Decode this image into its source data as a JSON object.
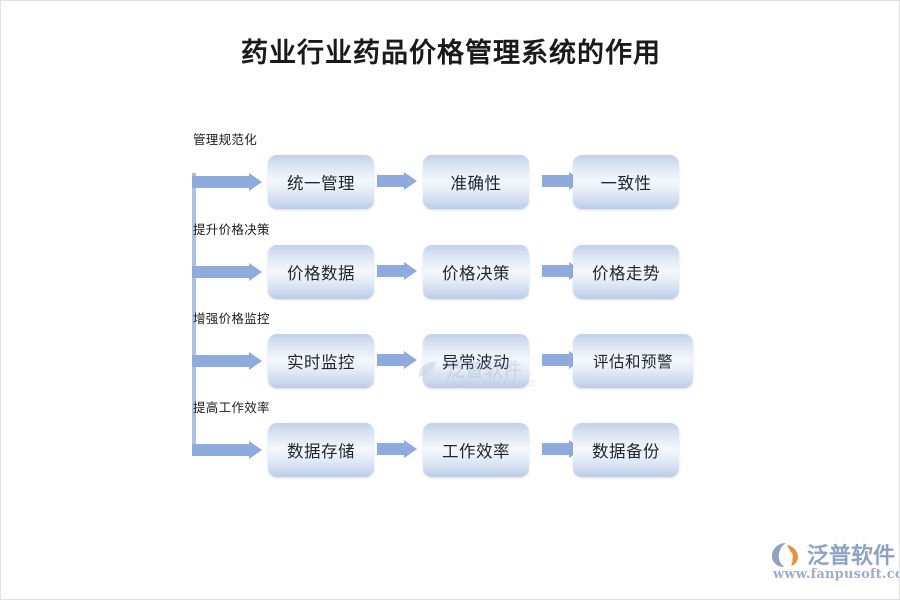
{
  "page": {
    "title": "药业行业药品价格管理系统的作用",
    "background_color": "#ffffff",
    "accent_color": "#8faadc",
    "spine_color": "#a9c0e8"
  },
  "diagram": {
    "type": "flow",
    "rows": [
      {
        "label": "管理规范化",
        "steps": [
          "统一管理",
          "准确性",
          "一致性"
        ]
      },
      {
        "label": "提升价格决策",
        "steps": [
          "价格数据",
          "价格决策",
          "价格走势"
        ]
      },
      {
        "label": "增强价格监控",
        "steps": [
          "实时监控",
          "异常波动",
          "评估和预警"
        ]
      },
      {
        "label": "提高工作效率",
        "steps": [
          "数据存储",
          "工作效率",
          "数据备份"
        ]
      }
    ]
  },
  "watermark": {
    "text": "泛普软件",
    "subtext": "FANPU SOFTWARE"
  },
  "brand": {
    "name": "泛普软件",
    "url": "www.fanpusoft.com"
  }
}
